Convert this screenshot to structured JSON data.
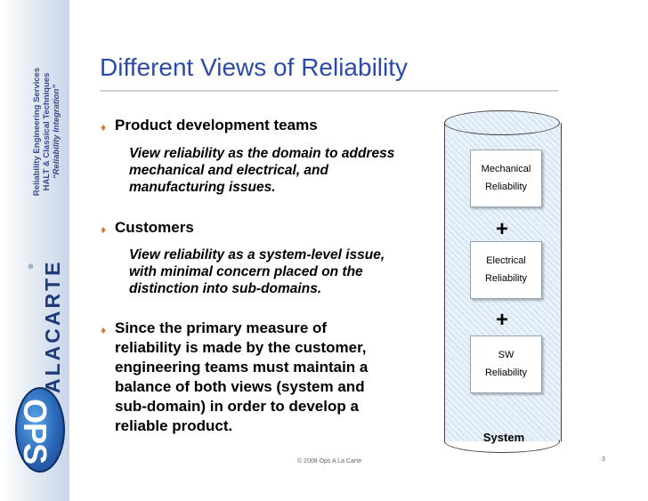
{
  "brand": {
    "tagline": [
      "Reliability Engineering Services",
      "HALT & Classical Techniques",
      "“Reliability Integration”"
    ],
    "name": "ALACARTE",
    "registered": "®",
    "logo_text": "OPS"
  },
  "slide": {
    "title": "Different Views of Reliability",
    "bullets": [
      {
        "heading": "Product development teams",
        "sub_lines": [
          "View reliability as the domain to address",
          "mechanical and electrical, and",
          "manufacturing issues."
        ]
      },
      {
        "heading": "Customers",
        "sub_lines": [
          "View reliability as a system-level issue,",
          "with minimal concern placed on the",
          "distinction into sub-domains."
        ]
      },
      {
        "heading_lines": [
          "Since the primary measure of",
          "reliability is made by the customer,",
          "engineering teams must maintain a",
          "balance of both views (system and",
          "sub-domain) in order to develop a",
          "reliable product."
        ]
      }
    ]
  },
  "diagram": {
    "boxes": [
      {
        "line1": "Mechanical",
        "line2": "Reliability"
      },
      {
        "line1": "Electrical",
        "line2": "Reliability"
      },
      {
        "line1": "SW",
        "line2": "Reliability"
      }
    ],
    "plus": "+",
    "system_label": "System"
  },
  "footer": {
    "copyright": "© 2008 Ops A La Carte",
    "page_number": "3"
  },
  "colors": {
    "title": "#2c4ba8",
    "bullet_diamond": "#d8783a",
    "brand_blue": "#1f3a78"
  }
}
